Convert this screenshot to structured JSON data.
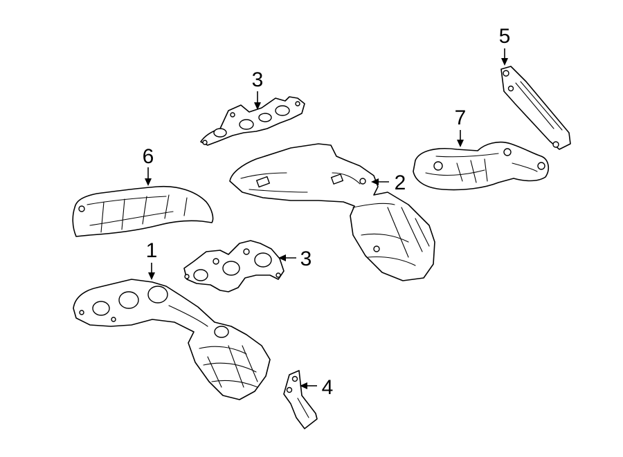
{
  "diagram": {
    "callouts": [
      {
        "id": "1",
        "label": "1"
      },
      {
        "id": "2",
        "label": "2"
      },
      {
        "id": "3a",
        "label": "3"
      },
      {
        "id": "3b",
        "label": "3"
      },
      {
        "id": "4",
        "label": "4"
      },
      {
        "id": "5",
        "label": "5"
      },
      {
        "id": "6",
        "label": "6"
      },
      {
        "id": "7",
        "label": "7"
      }
    ]
  }
}
